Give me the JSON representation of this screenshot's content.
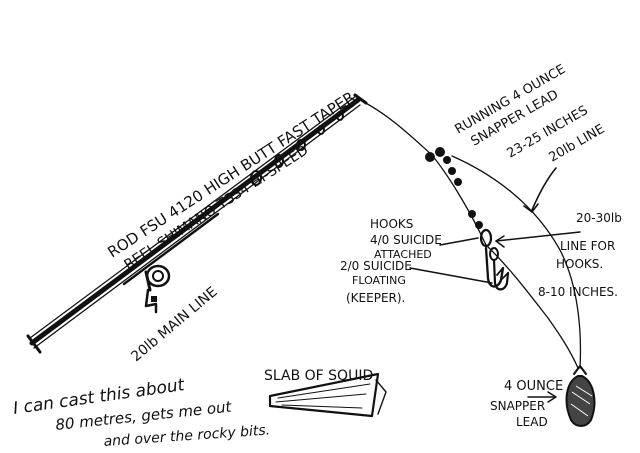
{
  "rod_label": "ROD FSU 4120 HIGH BUTT FAST TAPER",
  "reel_label": "REEL SHIMANO TSS4 HI-SPEED",
  "main_line_label": "20lb MAIN LINE",
  "lead_note": {
    "line1": "RUNNING 4 OUNCE",
    "line2": "SNAPPER LEAD",
    "line3": "23-25 INCHES",
    "line4": "20lb LINE"
  },
  "hooks_note": {
    "title": "HOOKS",
    "line1": "4/0 SUICIDE",
    "line2": "ATTACHED",
    "line3": "2/0 SUICIDE",
    "line4": "FLOATING",
    "line5": "(KEEPER)."
  },
  "hook_line_note": {
    "line1": "20-30lb",
    "line2": "LINE FOR",
    "line3": "HOOKS.",
    "line4": "8-10 INCHES."
  },
  "squid_label": "SLAB OF SQUID",
  "sinker_note": {
    "line1": "4 OUNCE",
    "line2": "SNAPPER",
    "line3": "LEAD"
  },
  "cast_note": {
    "line1": "I can cast this about",
    "line2": "80 metres, gets me out",
    "line3": "and over the rocky bits."
  }
}
